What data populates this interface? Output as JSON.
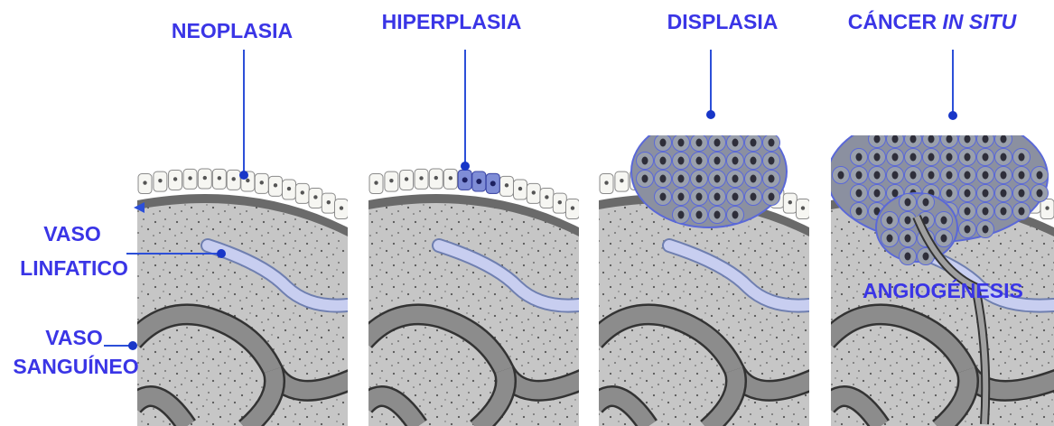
{
  "labels": {
    "neoplasia": "NEOPLASIA",
    "hiperplasia": "HIPERPLASIA",
    "displasia": "DISPLASIA",
    "cancer_in_situ_prefix": "CÁNCER",
    "cancer_in_situ_italic": "IN SITU",
    "vaso_linfatico_line1": "VASO",
    "vaso_linfatico_line2": "LINFATICO",
    "vaso_sanguineo_line1": "VASO",
    "vaso_sanguineo_line2": "SANGUÍNEO",
    "angiogenesis": "ANGIOGÉNESIS"
  },
  "colors": {
    "label": "#3a35e6",
    "leader": "#2c4fd8",
    "stroma": "#c6c6c6",
    "basement": "#6a6a6a",
    "epithelium": "#f6f6f2",
    "lymph_vessel": "#c8cef0",
    "blood_vessel": "#8c8c8c",
    "tumor_cell": "#9aa0ac"
  }
}
